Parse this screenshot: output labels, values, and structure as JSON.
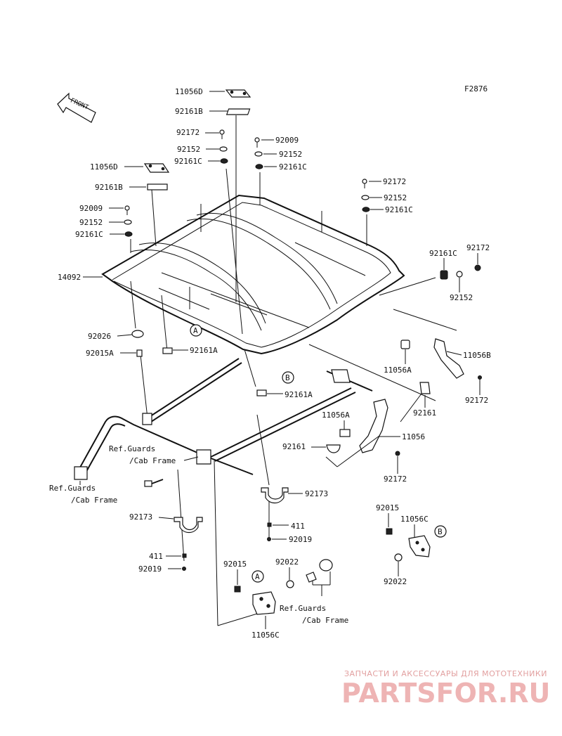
{
  "figure_code": "F2876",
  "front_arrow": "FRONT",
  "labels": {
    "l_11056D_top": "11056D",
    "l_92161B_top": "92161B",
    "l_92172_top": "92172",
    "l_92009_r": "92009",
    "l_92152_top": "92152",
    "l_92152_r": "92152",
    "l_92161C_top": "92161C",
    "l_92161C_r": "92161C",
    "l_11056D_left": "11056D",
    "l_92161B_left": "92161B",
    "l_92009_left": "92009",
    "l_92152_left": "92152",
    "l_92161C_left": "92161C",
    "l_92172_right1": "92172",
    "l_92152_right1": "92152",
    "l_92161C_right1": "92161C",
    "l_92161C_far": "92161C",
    "l_92172_far": "92172",
    "l_92152_far": "92152",
    "l_14092": "14092",
    "l_92026": "92026",
    "l_92015A": "92015A",
    "l_92161A_1": "92161A",
    "l_92161A_2": "92161A",
    "l_11056B": "11056B",
    "l_11056A_1": "11056A",
    "l_92172_r2": "92172",
    "l_92161_r": "92161",
    "l_11056A_2": "11056A",
    "l_11056": "11056",
    "l_92161_m": "92161",
    "l_92172_r3": "92172",
    "l_ref_guards_1a": "Ref.Guards",
    "l_ref_guards_1b": "/Cab Frame",
    "l_ref_guards_2a": "Ref.Guards",
    "l_ref_guards_2b": "/Cab Frame",
    "l_92173_r": "92173",
    "l_92173_l": "92173",
    "l_411_r": "411",
    "l_92019_r": "92019",
    "l_411_l": "411",
    "l_92019_l": "92019",
    "l_92015_r": "92015",
    "l_11056C_r": "11056C",
    "l_92022_r": "92022",
    "l_92015_b": "92015",
    "l_92022_b": "92022",
    "l_ref_guards_3a": "Ref.Guards",
    "l_ref_guards_3b": "/Cab Frame",
    "l_11056C_b": "11056C",
    "callout_A1": "A",
    "callout_A2": "A",
    "callout_B1": "B",
    "callout_B2": "B"
  },
  "watermark": {
    "line1": "ЗАПЧАСТИ И АКСЕССУАРЫ ДЛЯ МОТОТЕХНИКИ",
    "logo": "PARTSFOR.RU"
  },
  "colors": {
    "ink": "#111111",
    "watermark": "#eeb4b4"
  }
}
